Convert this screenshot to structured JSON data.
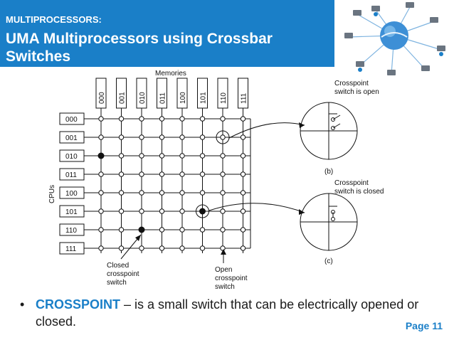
{
  "slide": {
    "section_label": "MULTIPROCESSORS:",
    "title": "UMA Multiprocessors using Crossbar Switches",
    "page": "Page 11"
  },
  "colors": {
    "brand_blue": "#1a7fc8",
    "text_dark": "#1a1a1a"
  },
  "diagram": {
    "memories_label": "Memories",
    "cpus_label": "CPUs",
    "memory_ids": [
      "000",
      "001",
      "010",
      "011",
      "100",
      "101",
      "110",
      "111"
    ],
    "cpu_ids": [
      "000",
      "001",
      "010",
      "011",
      "100",
      "101",
      "110",
      "111"
    ],
    "closed_crosspoints": [
      [
        2,
        0
      ],
      [
        5,
        5
      ],
      [
        6,
        2
      ]
    ],
    "highlighted_crosspoints": [
      [
        1,
        6
      ],
      [
        5,
        5
      ]
    ],
    "label_b": "(b)",
    "label_c": "(c)",
    "open_annotation_line1": "Crosspoint",
    "open_annotation_line2": "switch is open",
    "closed_annotation_line1": "Crosspoint",
    "closed_annotation_line2": "switch is closed",
    "closed_callout": [
      "Closed",
      "crosspoint",
      "switch"
    ],
    "open_callout": [
      "Open",
      "crosspoint",
      "switch"
    ]
  },
  "bullet": {
    "term": "CROSSPOINT",
    "text": " – is a small switch that can be electrically opened or closed."
  }
}
